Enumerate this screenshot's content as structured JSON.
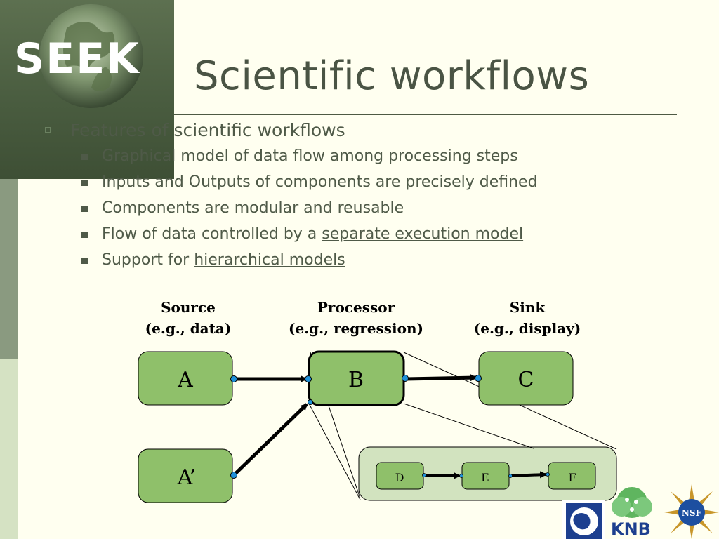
{
  "logo": {
    "text": "SEEK"
  },
  "title": "Scientific workflows",
  "bullets": {
    "main": "Features of scientific workflows",
    "items": [
      {
        "text": "Graphical model of data flow among processing steps",
        "link": ""
      },
      {
        "text": "Inputs and Outputs of components are precisely defined",
        "link": ""
      },
      {
        "text": "Components are modular and reusable",
        "link": ""
      },
      {
        "text": "Flow of data controlled by a ",
        "link": "separate execution model"
      },
      {
        "text": "Support for ",
        "link": "hierarchical models"
      }
    ]
  },
  "diagram": {
    "headers": [
      {
        "line1": "Source",
        "line2": "(e.g., data)"
      },
      {
        "line1": "Processor",
        "line2": "(e.g., regression)"
      },
      {
        "line1": "Sink",
        "line2": "(e.g., display)"
      }
    ],
    "nodes": {
      "a": "A",
      "a_prime": "A’",
      "b": "B",
      "c": "C",
      "d": "D",
      "e": "E",
      "f": "F"
    },
    "colors": {
      "node_fill": "#8fc06a",
      "sub_fill": "#d2e3bf",
      "port": "#1e90d8"
    }
  },
  "footer_logos": {
    "knb": "KNB",
    "nsf": "NSF"
  }
}
